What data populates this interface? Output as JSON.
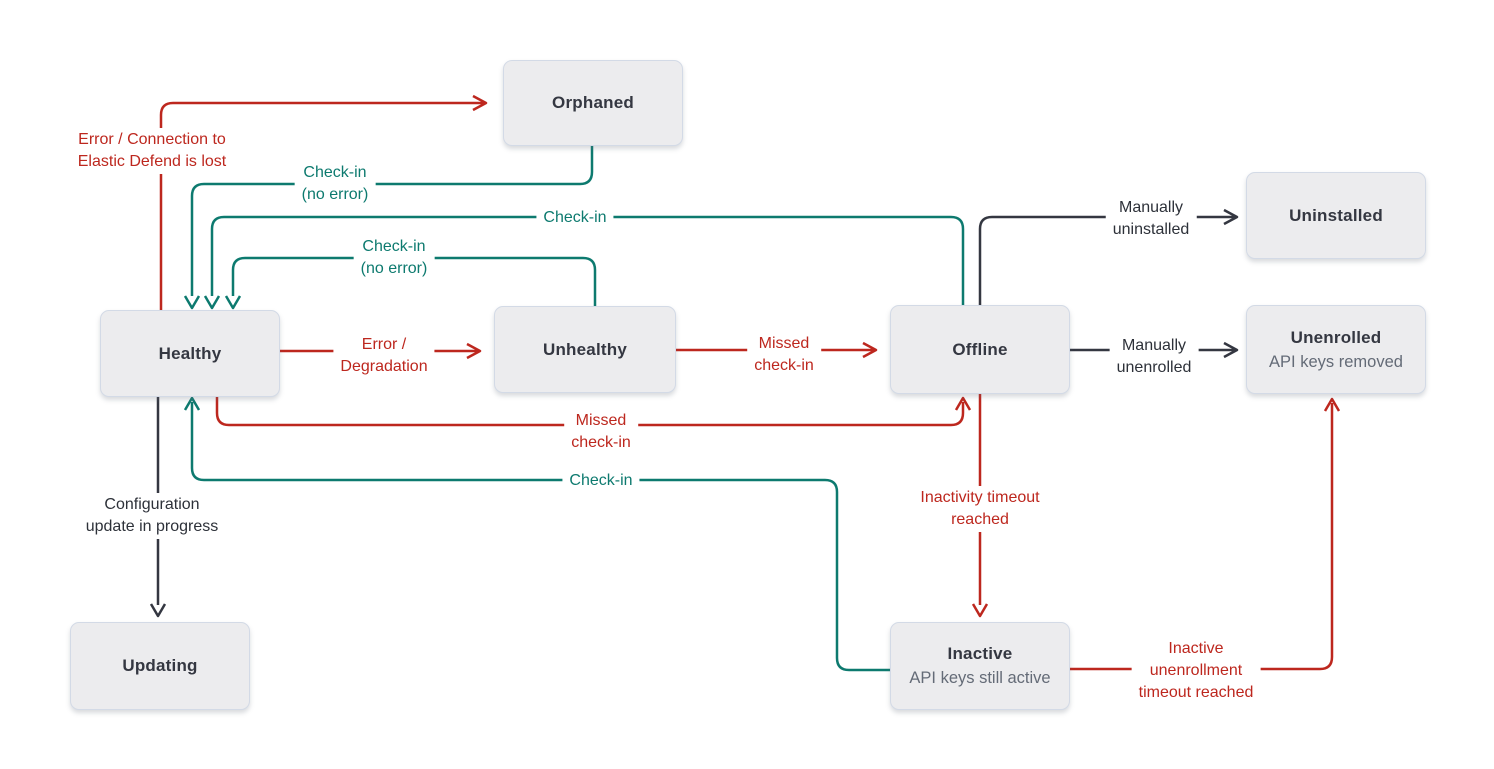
{
  "colors": {
    "error_red": "#bd271e",
    "success_teal": "#0d7a6f",
    "neutral_dark": "#343741",
    "box_fill": "#ececee",
    "box_border": "#d3dae6",
    "subtitle_gray": "#646b77",
    "background": "#ffffff"
  },
  "nodes": {
    "orphaned": {
      "title": "Orphaned"
    },
    "healthy": {
      "title": "Healthy"
    },
    "unhealthy": {
      "title": "Unhealthy"
    },
    "offline": {
      "title": "Offline"
    },
    "uninstalled": {
      "title": "Uninstalled"
    },
    "unenrolled": {
      "title": "Unenrolled",
      "subtitle": "API keys removed"
    },
    "updating": {
      "title": "Updating"
    },
    "inactive": {
      "title": "Inactive",
      "subtitle": "API keys still active"
    }
  },
  "labels": {
    "error_connection": {
      "color": "red",
      "lines": [
        "Error / Connection to",
        "Elastic Defend is lost"
      ]
    },
    "checkin_no_error_orphaned": {
      "color": "teal",
      "lines": [
        "Check-in",
        "(no error)"
      ]
    },
    "checkin_offline": {
      "color": "teal",
      "lines": [
        "Check-in"
      ]
    },
    "checkin_no_error_unhealthy": {
      "color": "teal",
      "lines": [
        "Check-in",
        "(no error)"
      ]
    },
    "error_degradation": {
      "color": "red",
      "lines": [
        "Error /",
        "Degradation"
      ]
    },
    "missed_checkin_unhealthy": {
      "color": "red",
      "lines": [
        "Missed",
        "check-in"
      ]
    },
    "missed_checkin_healthy": {
      "color": "red",
      "lines": [
        "Missed",
        "check-in"
      ]
    },
    "checkin_inactive": {
      "color": "teal",
      "lines": [
        "Check-in"
      ]
    },
    "configuration_update": {
      "color": "dark",
      "lines": [
        "Configuration",
        "update in progress"
      ]
    },
    "manually_uninstalled": {
      "color": "dark",
      "lines": [
        "Manually",
        "uninstalled"
      ]
    },
    "manually_unenrolled": {
      "color": "dark",
      "lines": [
        "Manually",
        "unenrolled"
      ]
    },
    "inactivity_timeout": {
      "color": "red",
      "lines": [
        "Inactivity timeout",
        "reached"
      ]
    },
    "inactive_unenrollment": {
      "color": "red",
      "lines": [
        "Inactive",
        "unenrollment",
        "timeout reached"
      ]
    }
  }
}
